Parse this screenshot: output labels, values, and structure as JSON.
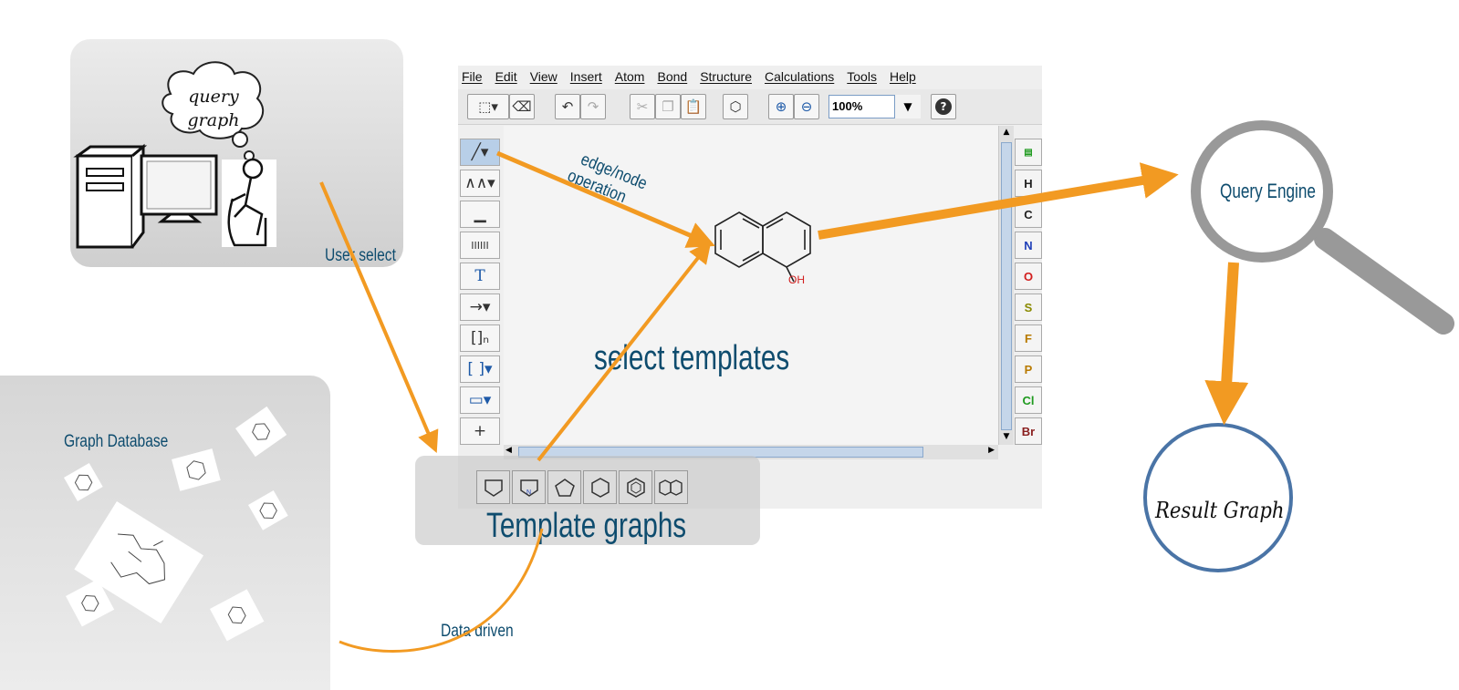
{
  "user_panel": {
    "thought_bubble": [
      "query",
      "graph"
    ],
    "user_select_label": "User select"
  },
  "database_panel": {
    "title": "Graph Database",
    "data_driven_label": "Data driven"
  },
  "editor": {
    "menu": [
      "File",
      "Edit",
      "View",
      "Insert",
      "Atom",
      "Bond",
      "Structure",
      "Calculations",
      "Tools",
      "Help"
    ],
    "zoom_value": "100%",
    "elements": [
      {
        "symbol": "H",
        "color": "#222222"
      },
      {
        "symbol": "C",
        "color": "#222222"
      },
      {
        "symbol": "N",
        "color": "#1f3fb8"
      },
      {
        "symbol": "O",
        "color": "#d21f1f"
      },
      {
        "symbol": "S",
        "color": "#8a8a00"
      },
      {
        "symbol": "F",
        "color": "#b87a00"
      },
      {
        "symbol": "P",
        "color": "#b87a00"
      },
      {
        "symbol": "Cl",
        "color": "#1f9a1f"
      },
      {
        "symbol": "Br",
        "color": "#8a1f1f"
      }
    ],
    "molecule_label": "OH",
    "left_tools": [
      "bond-tool",
      "chain-tool",
      "bold-bond-tool",
      "hash-bond-tool",
      "text-tool",
      "arrow-tool",
      "bracket-n-tool",
      "bracket-tool",
      "rectangle-tool",
      "plus-tool"
    ]
  },
  "annotations": {
    "edge_node_line1": "edge/node",
    "edge_node_line2": "operation",
    "select_templates": "select templates",
    "template_graphs": "Template graphs"
  },
  "engine": {
    "query_engine": "Query Engine",
    "result_graph": "Result Graph"
  },
  "colors": {
    "arrow": "#f29a22",
    "label": "#0e4c6e",
    "engine_ring": "#999999",
    "result_ring": "#4a74a6"
  }
}
